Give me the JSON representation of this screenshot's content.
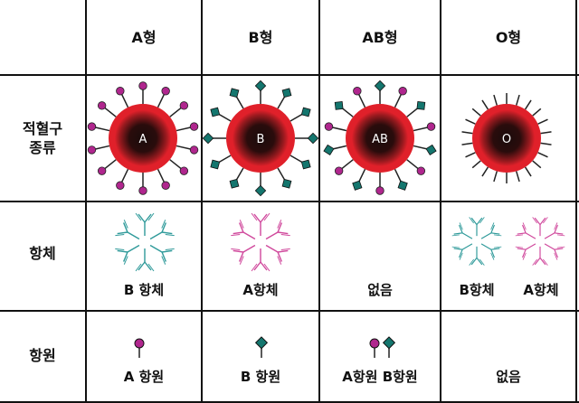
{
  "columns": [
    "A형",
    "B형",
    "AB형",
    "O형"
  ],
  "rows": {
    "cell_type": [
      "적혈구",
      "종류"
    ],
    "antibody": "항체",
    "antigen": "항원"
  },
  "cells": {
    "labels": [
      "A",
      "B",
      "AB",
      "O"
    ],
    "antibody_captions": [
      "B 항체",
      "A항체",
      "없음",
      "B항체",
      "A항체"
    ],
    "antigen_captions": [
      "A 항원",
      "B 항원",
      "A항원 B항원",
      "없음"
    ]
  },
  "colors": {
    "cell_red": "#e0202a",
    "cell_core": "#1a0b0b",
    "antigen_a": "#b0268e",
    "antigen_b": "#14766e",
    "antibody_a_pink": "#d0489c",
    "antibody_b_teal": "#2f9a9a"
  }
}
